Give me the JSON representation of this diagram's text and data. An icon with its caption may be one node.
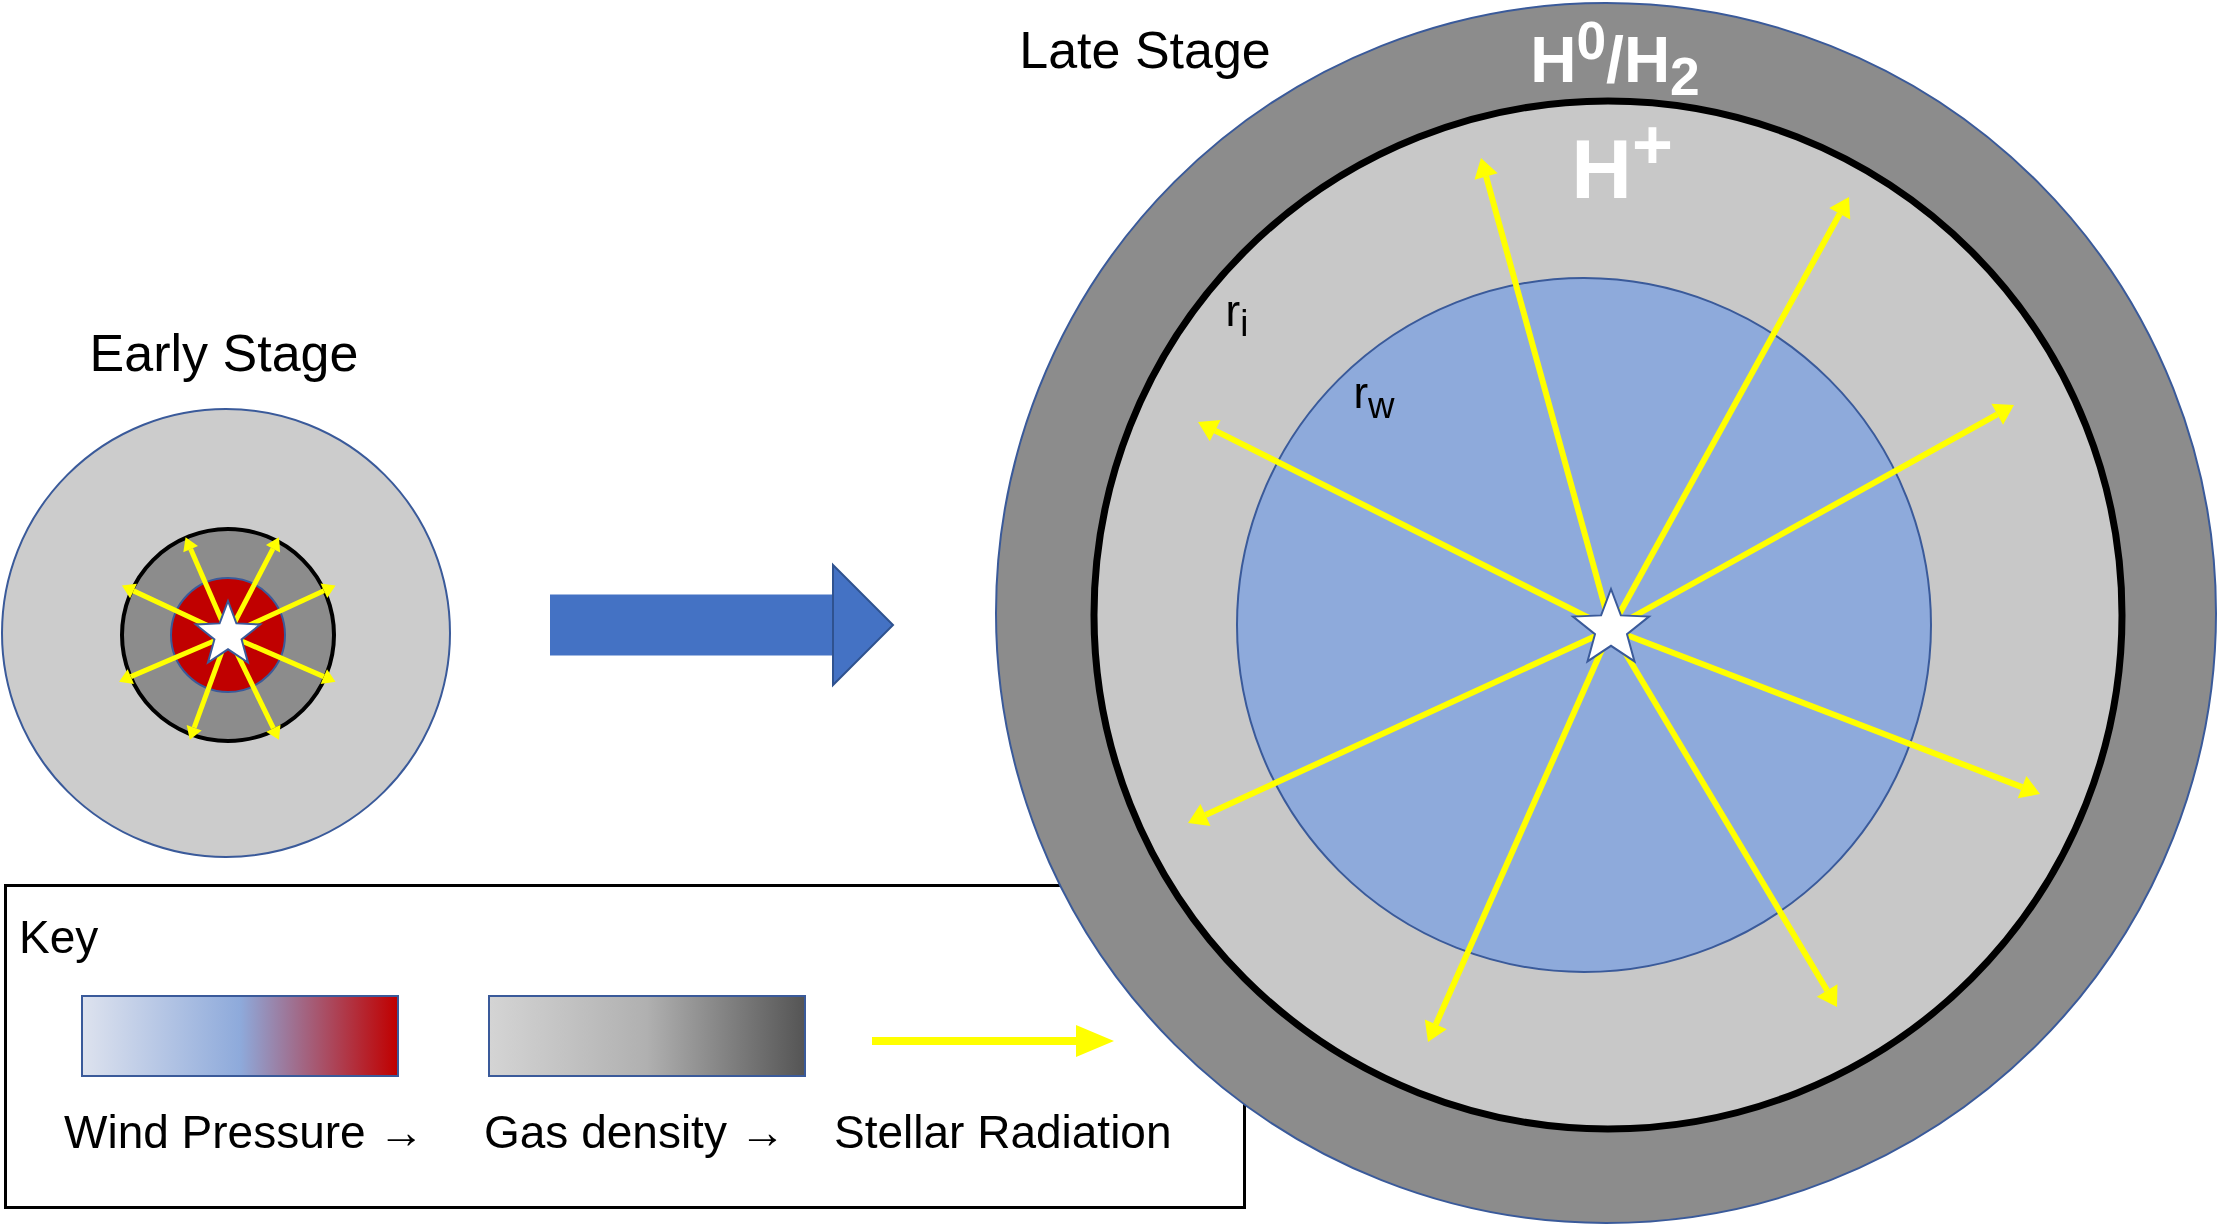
{
  "diagram": {
    "nodes": [
      {
        "text": [
          "Early Stage"
        ]
      },
      {
        "text": [
          "Late Stage"
        ]
      }
    ],
    "edges": [
      {
        "from": 0,
        "to": 1,
        "arrow": "to"
      }
    ],
    "labels": [
      "H$^{0}$/H$_{2}$",
      "H$^{+}$",
      "r$_{i}$",
      "r$_{w}$",
      "Key"
    ],
    "legend": [
      {
        "text": "Wind Pressure →"
      },
      {
        "text": "Gas density →"
      },
      {
        "text": "Stellar Radiation"
      }
    ]
  }
}
